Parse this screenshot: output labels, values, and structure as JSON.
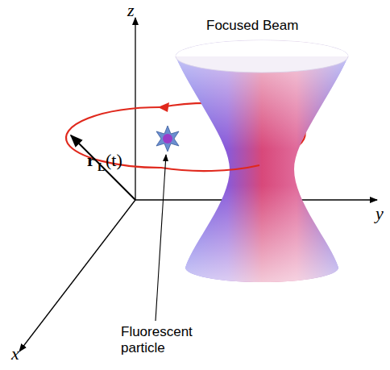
{
  "diagram": {
    "labels": [
      "z",
      "y",
      "x",
      "Focused Beam",
      "r",
      "L",
      "(t)",
      "Fluorescent particle"
    ]
  }
}
